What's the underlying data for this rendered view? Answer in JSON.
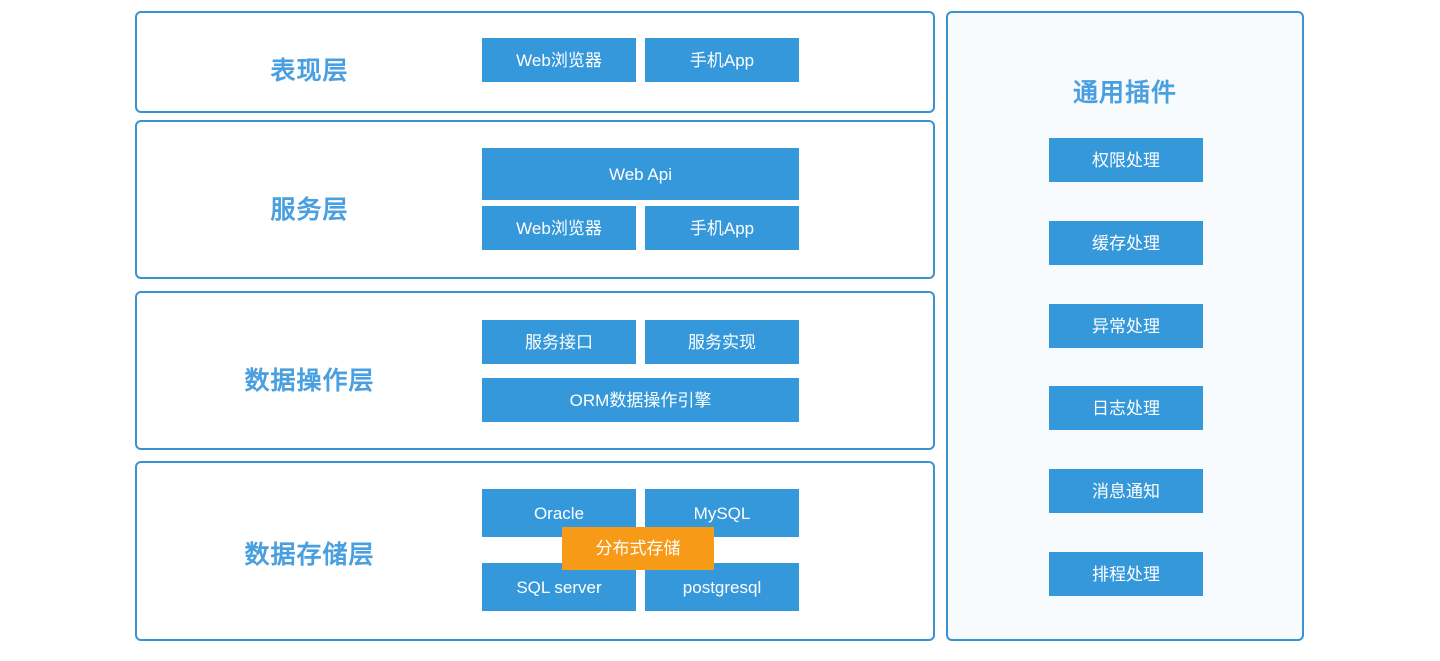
{
  "diagram": {
    "colors": {
      "box_blue": "#3498db",
      "highlight_orange": "#f79a17",
      "panel_border": "#3a93d0",
      "label_blue": "#4a9fe0",
      "plugin_panel_bg": "#f8fbfe",
      "page_bg": "#ffffff"
    },
    "layers": [
      {
        "label": "表现层",
        "boxes": [
          {
            "text": "Web浏览器"
          },
          {
            "text": "手机App"
          }
        ]
      },
      {
        "label": "服务层",
        "boxes": [
          {
            "text": "Web  Api"
          },
          {
            "text": "Web浏览器"
          },
          {
            "text": "手机App"
          }
        ]
      },
      {
        "label": "数据操作层",
        "boxes": [
          {
            "text": "服务接口"
          },
          {
            "text": "服务实现"
          },
          {
            "text": "ORM数据操作引擎"
          }
        ]
      },
      {
        "label": "数据存储层",
        "boxes": [
          {
            "text": "Oracle"
          },
          {
            "text": "MySQL"
          },
          {
            "text": "SQL server"
          },
          {
            "text": "postgresql"
          },
          {
            "text": "分布式存储"
          }
        ]
      }
    ],
    "plugins": {
      "title": "通用插件",
      "items": [
        {
          "text": "权限处理"
        },
        {
          "text": "缓存处理"
        },
        {
          "text": "异常处理"
        },
        {
          "text": "日志处理"
        },
        {
          "text": "消息通知"
        },
        {
          "text": "排程处理"
        }
      ]
    }
  }
}
